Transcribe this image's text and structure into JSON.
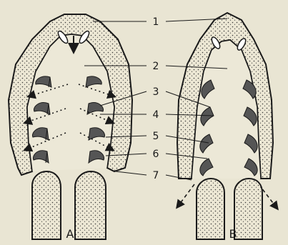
{
  "figure": {
    "labels": [
      "1",
      "2",
      "3",
      "4",
      "5",
      "6",
      "7"
    ],
    "panel_a": "A",
    "panel_b": "B"
  }
}
